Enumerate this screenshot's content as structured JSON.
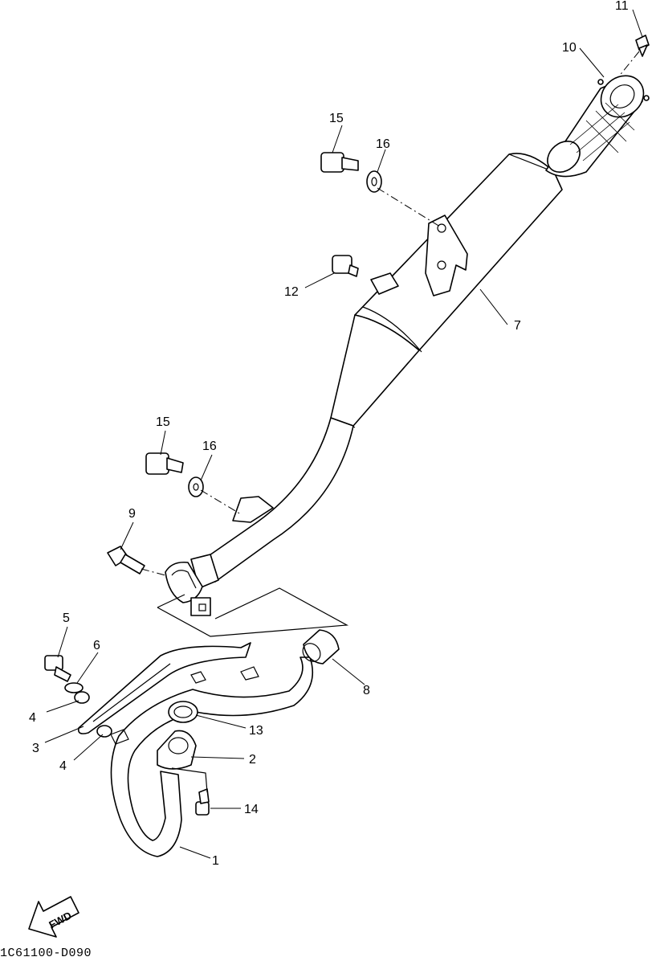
{
  "callouts": [
    {
      "id": "callout-1",
      "label": "1"
    },
    {
      "id": "callout-2",
      "label": "2"
    },
    {
      "id": "callout-3",
      "label": "3"
    },
    {
      "id": "callout-4a",
      "label": "4"
    },
    {
      "id": "callout-4b",
      "label": "4"
    },
    {
      "id": "callout-5",
      "label": "5"
    },
    {
      "id": "callout-6",
      "label": "6"
    },
    {
      "id": "callout-7",
      "label": "7"
    },
    {
      "id": "callout-8",
      "label": "8"
    },
    {
      "id": "callout-9",
      "label": "9"
    },
    {
      "id": "callout-10",
      "label": "10"
    },
    {
      "id": "callout-11",
      "label": "11"
    },
    {
      "id": "callout-12",
      "label": "12"
    },
    {
      "id": "callout-13",
      "label": "13"
    },
    {
      "id": "callout-14",
      "label": "14"
    },
    {
      "id": "callout-15a",
      "label": "15"
    },
    {
      "id": "callout-15b",
      "label": "15"
    },
    {
      "id": "callout-16a",
      "label": "16"
    },
    {
      "id": "callout-16b",
      "label": "16"
    }
  ],
  "fwd_label": "FWD",
  "drawing_code": "1C61100-D090"
}
